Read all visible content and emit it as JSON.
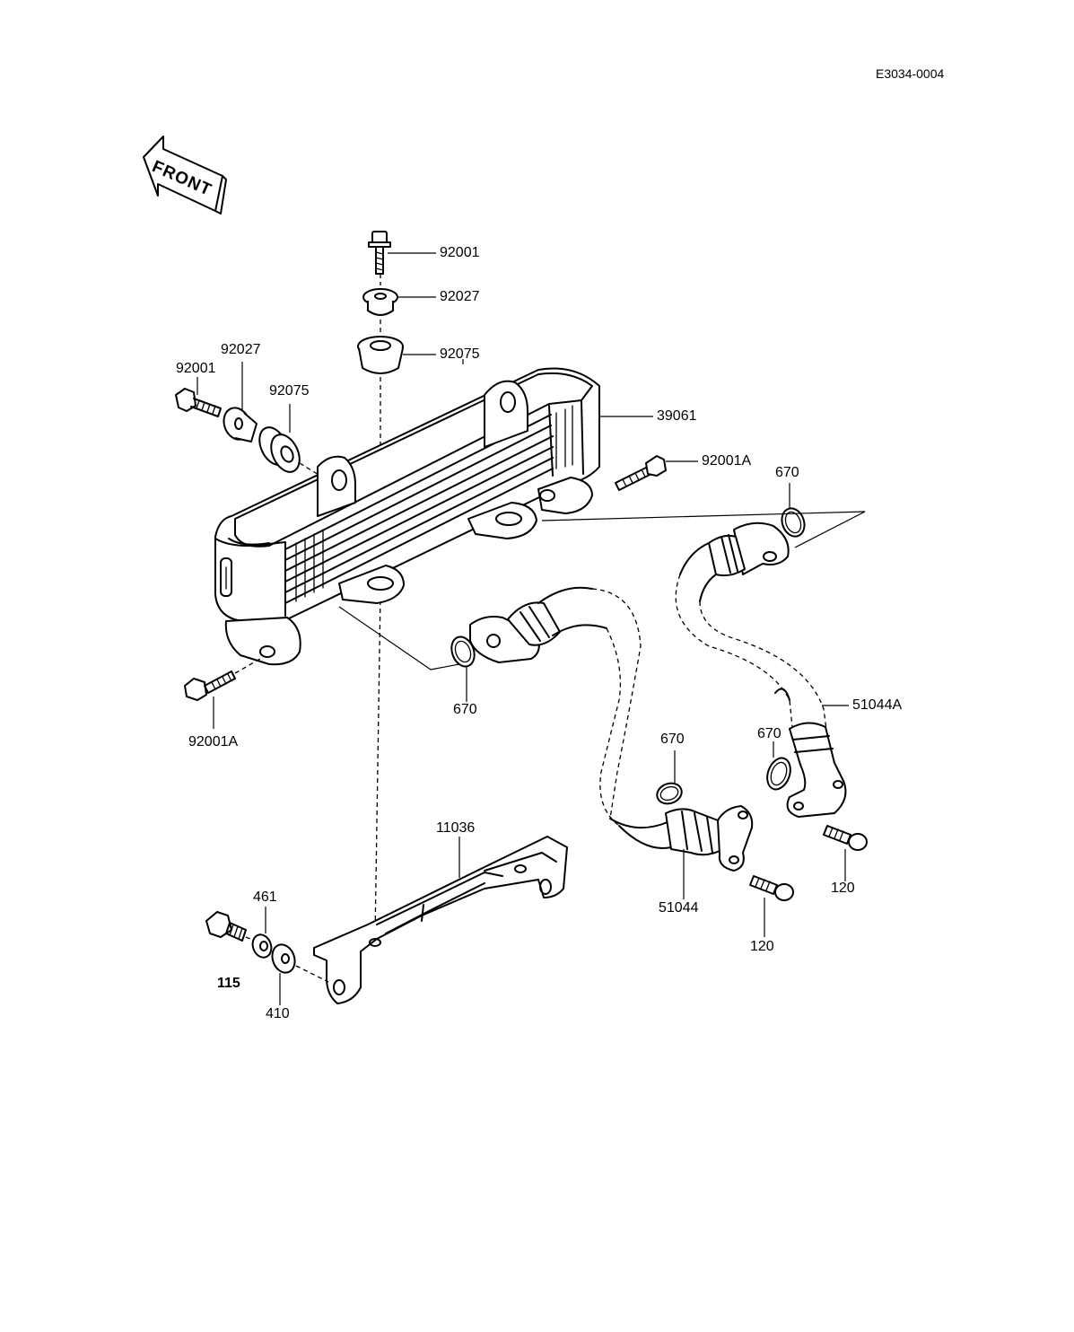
{
  "diagram_code": "E3034-0004",
  "front_arrow": {
    "text": "FRONT"
  },
  "labels": {
    "bolt_top": "92001",
    "washer_top": "92027",
    "grommet_top": "92075",
    "bolt_left": "92001",
    "washer_left": "92027",
    "grommet_left": "92075",
    "cooler": "39061",
    "bolt_right": "92001A",
    "oring_upper_right": "670",
    "oring_center": "670",
    "bolt_lower_left": "92001A",
    "hose_right": "51044A",
    "oring_lower_mid": "670",
    "oring_lower_right": "670",
    "bracket": "11036",
    "washer_461": "461",
    "bolt_115": "115",
    "washer_410": "410",
    "hose_left": "51044",
    "screw_mid": "120",
    "screw_right": "120"
  }
}
